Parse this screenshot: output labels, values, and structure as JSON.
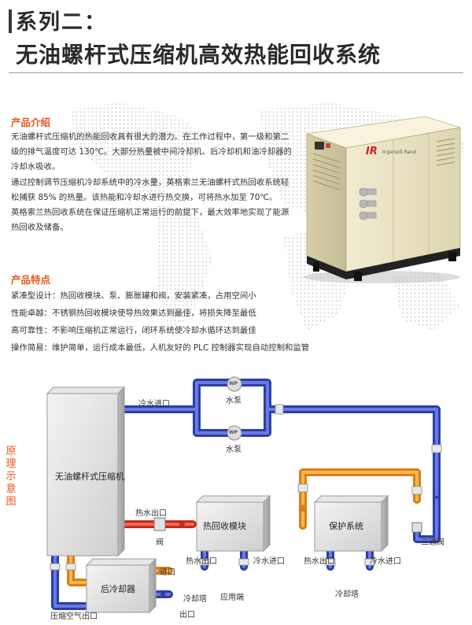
{
  "header": {
    "series": "系列二：",
    "title": "无油螺杆式压缩机高效热能回收系统"
  },
  "intro": {
    "heading": "产品介绍",
    "paragraphs": [
      "无油螺杆式压缩机的热能回收具有很大的潜力。在工作过程中，第一级和第二级的排气温度可达 130℃。大部分热量被中间冷却机、后冷却机和油冷却器的冷却水吸收。",
      "通过控制调节压缩机冷却系统中的冷水量，英格索兰无油螺杆式热回收系统轻松捕获 85% 的热量。该热能和冷却水进行热交换，可将热水加至 70℃。",
      "英格索兰热回收系统在保证压缩机正常运行的前提下，最大效率地实现了能源热回收及储备。"
    ]
  },
  "machine": {
    "brand": "Ingersoll Rand",
    "logo": "IR"
  },
  "features": {
    "heading": "产品特点",
    "items": [
      "紧凑型设计：热回收模块、泵、膨胀罐和阀，安装紧凑，占用空间小",
      "性能卓越：不锈钢热回收模块使导热效果达到最佳，将损失降至最低",
      "高可靠性：不影响压缩机正常运行，闭环系统使冷却水循环达到最佳",
      "操作简易：维护简单，运行成本最低，人机友好的 PLC 控制器实现自动控制和监管"
    ]
  },
  "diagram": {
    "title_chars": [
      "原",
      "理",
      "示",
      "意",
      "图"
    ],
    "compressor": "无油螺杆式压缩机",
    "aftercooler": "后冷却器",
    "heat_module": "热回收模块",
    "protection": "保护系统",
    "pump_badge": "WP",
    "pump_label": "水泵",
    "cold_in": "冷水进口",
    "hot_out": "热水出口",
    "valve": "阀",
    "three_way": "三通阀",
    "hot_out_1": "热水出口",
    "cold_in_1": "冷水进口",
    "hot_out_2": "热水出口",
    "cold_in_2": "冷水进口",
    "consumer": "应用端",
    "cooling_tower_1": "冷却塔",
    "cooling_tower_2": "冷却塔",
    "inlet": "进口",
    "outlet": "出口",
    "air_out": "压缩空气出口"
  },
  "colors": {
    "accent": "#e8541d",
    "pipe_blue": "#3d4fbf",
    "pipe_orange": "#f09a2a",
    "pipe_red": "#e03a2a",
    "machine_body": "#ece6c4"
  }
}
